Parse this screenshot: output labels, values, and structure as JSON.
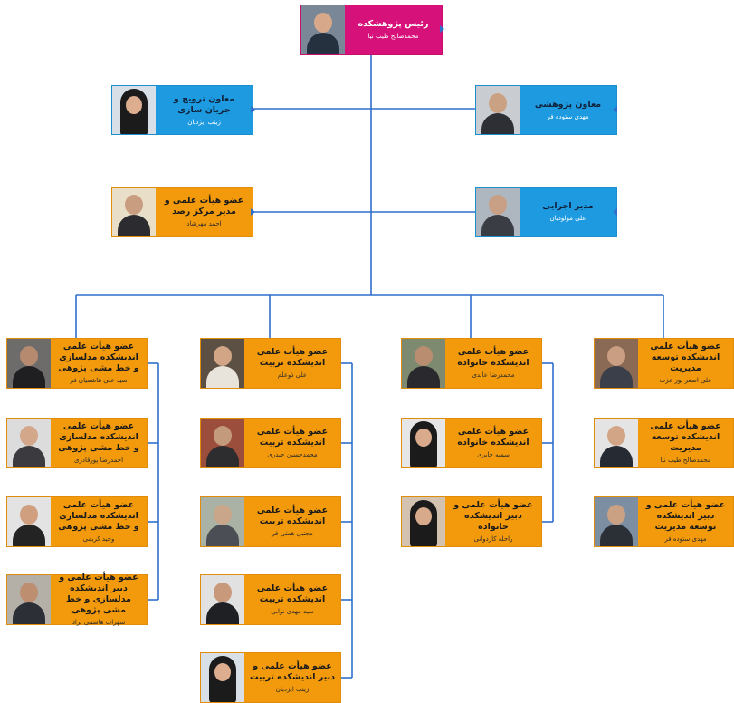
{
  "colors": {
    "magenta": "#d6127a",
    "cyan": "#1e9be0",
    "orange": "#f29a0c",
    "line": "#2e6fcc"
  },
  "director": {
    "title": "رئیس پژوهشکده",
    "name": "محمدصالح طیب نیا"
  },
  "deputy_promotion": {
    "title": "معاون ترویج و جریان سازی",
    "name": "زینب ایزدیان"
  },
  "deputy_research": {
    "title": "معاون پژوهشی",
    "name": "مهدی ستوده فر"
  },
  "observatory": {
    "title": "عضو هیأت علمی و مدیر مرکز رصد",
    "name": "احمد مهرشاد"
  },
  "executive": {
    "title": "مدیر اجرایی",
    "name": "علی مولودیان"
  },
  "col1": [
    {
      "title": "عضو هیأت علمی اندیشکده مدلسازی و خط مشی پژوهی",
      "name": "سید علی هاشمیان فر"
    },
    {
      "title": "عضو هیأت علمی اندیشکده مدلسازی و خط مشی پژوهی",
      "name": "احمدرضا پورقادری"
    },
    {
      "title": "عضو هیأت علمی اندیشکده مدلسازی و خط مشی پژوهی",
      "name": "وحید کریمی"
    },
    {
      "title": "عضو هیأت علمی و دبیر اندیشکده مدلسازی و خط مشی پژوهی",
      "name": "سهراب هاشمی نژاد"
    }
  ],
  "col2": [
    {
      "title": "عضو هیأت علمی اندیشکده تربیت",
      "name": "علی ذوعلم"
    },
    {
      "title": "عضو هیأت علمی اندیشکده تربیت",
      "name": "محمدحسین حیدری"
    },
    {
      "title": "عضو هیأت علمی اندیشکده تربیت",
      "name": "مجتبی همتی فر"
    },
    {
      "title": "عضو هیأت علمی اندیشکده تربیت",
      "name": "سید مهدی نوابی"
    },
    {
      "title": "عضو هیأت علمی و دبیر اندیشکده تربیت",
      "name": "زینب ایزدیان"
    }
  ],
  "col3": [
    {
      "title": "عضو هیأت علمی اندیشکده خانواده",
      "name": "محمدرضا عابدی"
    },
    {
      "title": "عضو هیأت علمی اندیشکده خانواده",
      "name": "سمیه جابری"
    },
    {
      "title": "عضو هیأت علمی و دبیر اندیشکده خانواده",
      "name": "راحله کاردوانی"
    }
  ],
  "col4": [
    {
      "title": "عضو هیأت علمی اندیشکده توسعه مدیریت",
      "name": "علی اصغر پور عزت"
    },
    {
      "title": "عضو هیأت علمی اندیشکده توسعه مدیریت",
      "name": "محمدصالح طیب نیا"
    },
    {
      "title": "عضو هیأت علمی و دبیر اندیشکده توسعه مدیریت",
      "name": "مهدی ستوده فر"
    }
  ]
}
